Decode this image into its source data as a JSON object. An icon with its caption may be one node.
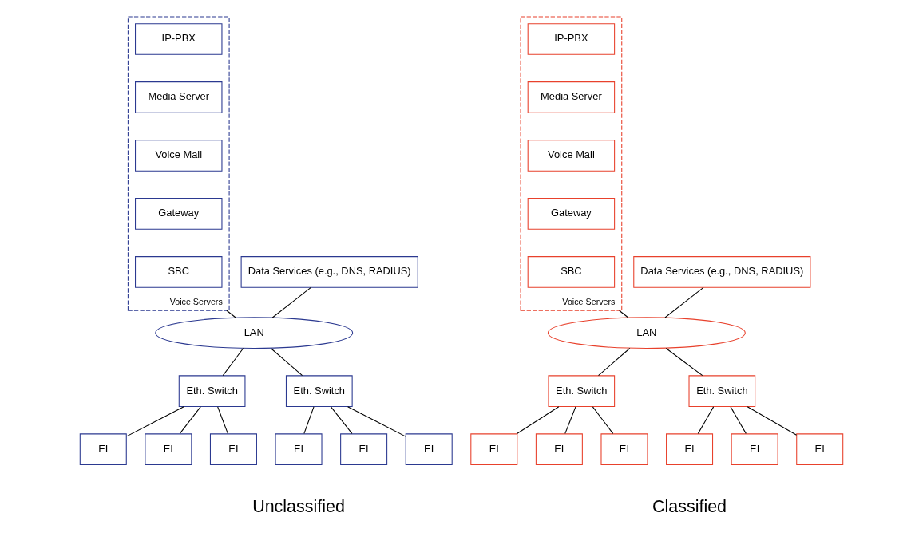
{
  "diagram": {
    "nodes": [
      {
        "text": [
          "Voice Servers"
        ]
      },
      {
        "text": [
          "IP-PBX"
        ],
        "in": 0
      },
      {
        "text": [
          "Media Server"
        ],
        "in": 0
      },
      {
        "text": [
          "Voice Mail"
        ],
        "in": 0
      },
      {
        "text": [
          "Gateway"
        ],
        "in": 0
      },
      {
        "text": [
          "SBC"
        ],
        "in": 0
      },
      {
        "text": [
          "Data Services (e.g., DNS, RADIUS)"
        ]
      },
      {
        "text": [
          "LAN"
        ]
      },
      {
        "text": [
          "Eth. Switch"
        ]
      },
      {
        "text": [
          "Eth. Switch"
        ]
      },
      {
        "text": [
          "EI"
        ]
      },
      {
        "text": [
          "EI"
        ]
      },
      {
        "text": [
          "EI"
        ]
      },
      {
        "text": [
          "EI"
        ]
      },
      {
        "text": [
          "EI"
        ]
      },
      {
        "text": [
          "EI"
        ]
      },
      {
        "text": [
          "Voice Servers"
        ]
      },
      {
        "text": [
          "IP-PBX"
        ],
        "in": 16
      },
      {
        "text": [
          "Media Server"
        ],
        "in": 16
      },
      {
        "text": [
          "Voice Mail"
        ],
        "in": 16
      },
      {
        "text": [
          "Gateway"
        ],
        "in": 16
      },
      {
        "text": [
          "SBC"
        ],
        "in": 16
      },
      {
        "text": [
          "Data Services (e.g., DNS, RADIUS)"
        ]
      },
      {
        "text": [
          "LAN"
        ]
      },
      {
        "text": [
          "Eth. Switch"
        ]
      },
      {
        "text": [
          "Eth. Switch"
        ]
      },
      {
        "text": [
          "EI"
        ]
      },
      {
        "text": [
          "EI"
        ]
      },
      {
        "text": [
          "EI"
        ]
      },
      {
        "text": [
          "EI"
        ]
      },
      {
        "text": [
          "EI"
        ]
      },
      {
        "text": [
          "EI"
        ]
      }
    ],
    "edges": [
      {
        "from": 6,
        "to": 7,
        "arrow": "none"
      },
      {
        "from": 0,
        "to": 7,
        "arrow": "none"
      },
      {
        "from": 7,
        "to": 8,
        "arrow": "none"
      },
      {
        "from": 7,
        "to": 9,
        "arrow": "none"
      },
      {
        "from": 8,
        "to": 10,
        "arrow": "none"
      },
      {
        "from": 8,
        "to": 11,
        "arrow": "none"
      },
      {
        "from": 8,
        "to": 12,
        "arrow": "none"
      },
      {
        "from": 9,
        "to": 13,
        "arrow": "none"
      },
      {
        "from": 9,
        "to": 14,
        "arrow": "none"
      },
      {
        "from": 9,
        "to": 15,
        "arrow": "none"
      },
      {
        "from": 22,
        "to": 23,
        "arrow": "none"
      },
      {
        "from": 16,
        "to": 23,
        "arrow": "none"
      },
      {
        "from": 23,
        "to": 24,
        "arrow": "none"
      },
      {
        "from": 23,
        "to": 25,
        "arrow": "none"
      },
      {
        "from": 24,
        "to": 26,
        "arrow": "none"
      },
      {
        "from": 24,
        "to": 27,
        "arrow": "none"
      },
      {
        "from": 24,
        "to": 28,
        "arrow": "none"
      },
      {
        "from": 25,
        "to": 29,
        "arrow": "none"
      },
      {
        "from": 25,
        "to": 30,
        "arrow": "none"
      },
      {
        "from": 25,
        "to": 31,
        "arrow": "none"
      }
    ],
    "labels": [
      "Unclassified",
      "Classified"
    ]
  }
}
